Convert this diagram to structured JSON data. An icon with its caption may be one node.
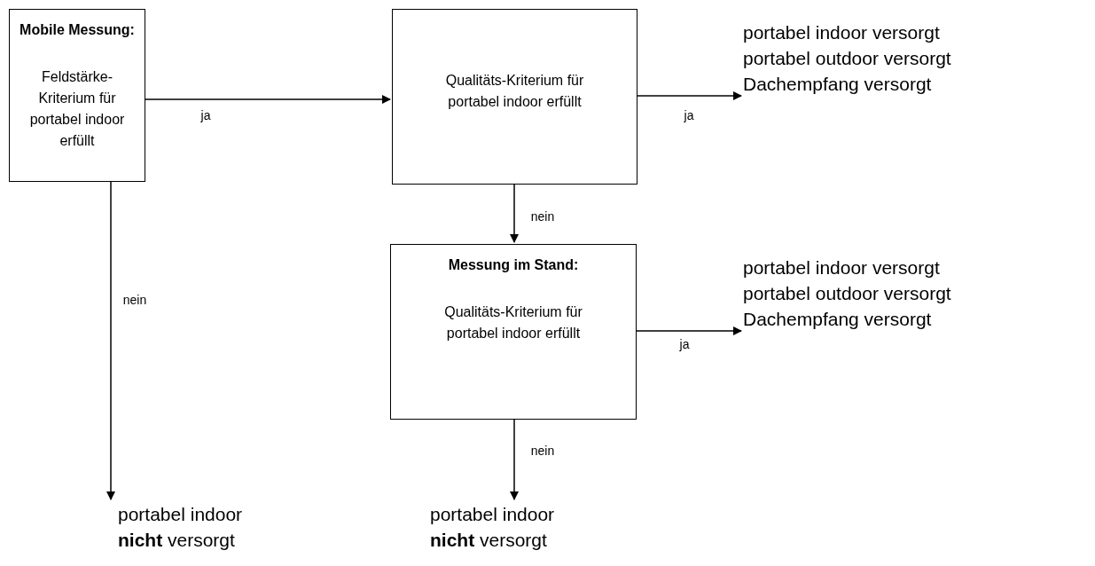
{
  "diagram": {
    "nodes": [
      {
        "text": [
          "Mobile Messung:",
          "Feldstärke-Kriterium für portabel indoor erfüllt"
        ]
      },
      {
        "text": [
          "Qualitäts-Kriterium für portabel indoor erfüllt"
        ]
      },
      {
        "text": [
          "Messung im Stand:",
          "Qualitäts-Kriterium für portabel indoor erfüllt"
        ]
      },
      {
        "text": [
          "portabel indoor versorgt portabel outdoor versorgt Dachempfang versorgt"
        ]
      },
      {
        "text": [
          "portabel indoor versorgt portabel outdoor versorgt Dachempfang versorgt"
        ]
      },
      {
        "text": [
          "portabel indoor **nicht** versorgt"
        ]
      },
      {
        "text": [
          "portabel indoor **nicht** versorgt"
        ]
      }
    ],
    "edges": [
      {
        "from": 0,
        "to": 1,
        "arrow": "to",
        "label": "ja"
      },
      {
        "from": 1,
        "to": 3,
        "arrow": "to",
        "label": "ja"
      },
      {
        "from": 0,
        "to": 5,
        "arrow": "to",
        "label": "nein"
      },
      {
        "from": 1,
        "to": 2,
        "arrow": "to",
        "label": "nein"
      },
      {
        "from": 2,
        "to": 4,
        "arrow": "to",
        "label": "ja"
      },
      {
        "from": 2,
        "to": 6,
        "arrow": "to",
        "label": "nein"
      }
    ]
  }
}
